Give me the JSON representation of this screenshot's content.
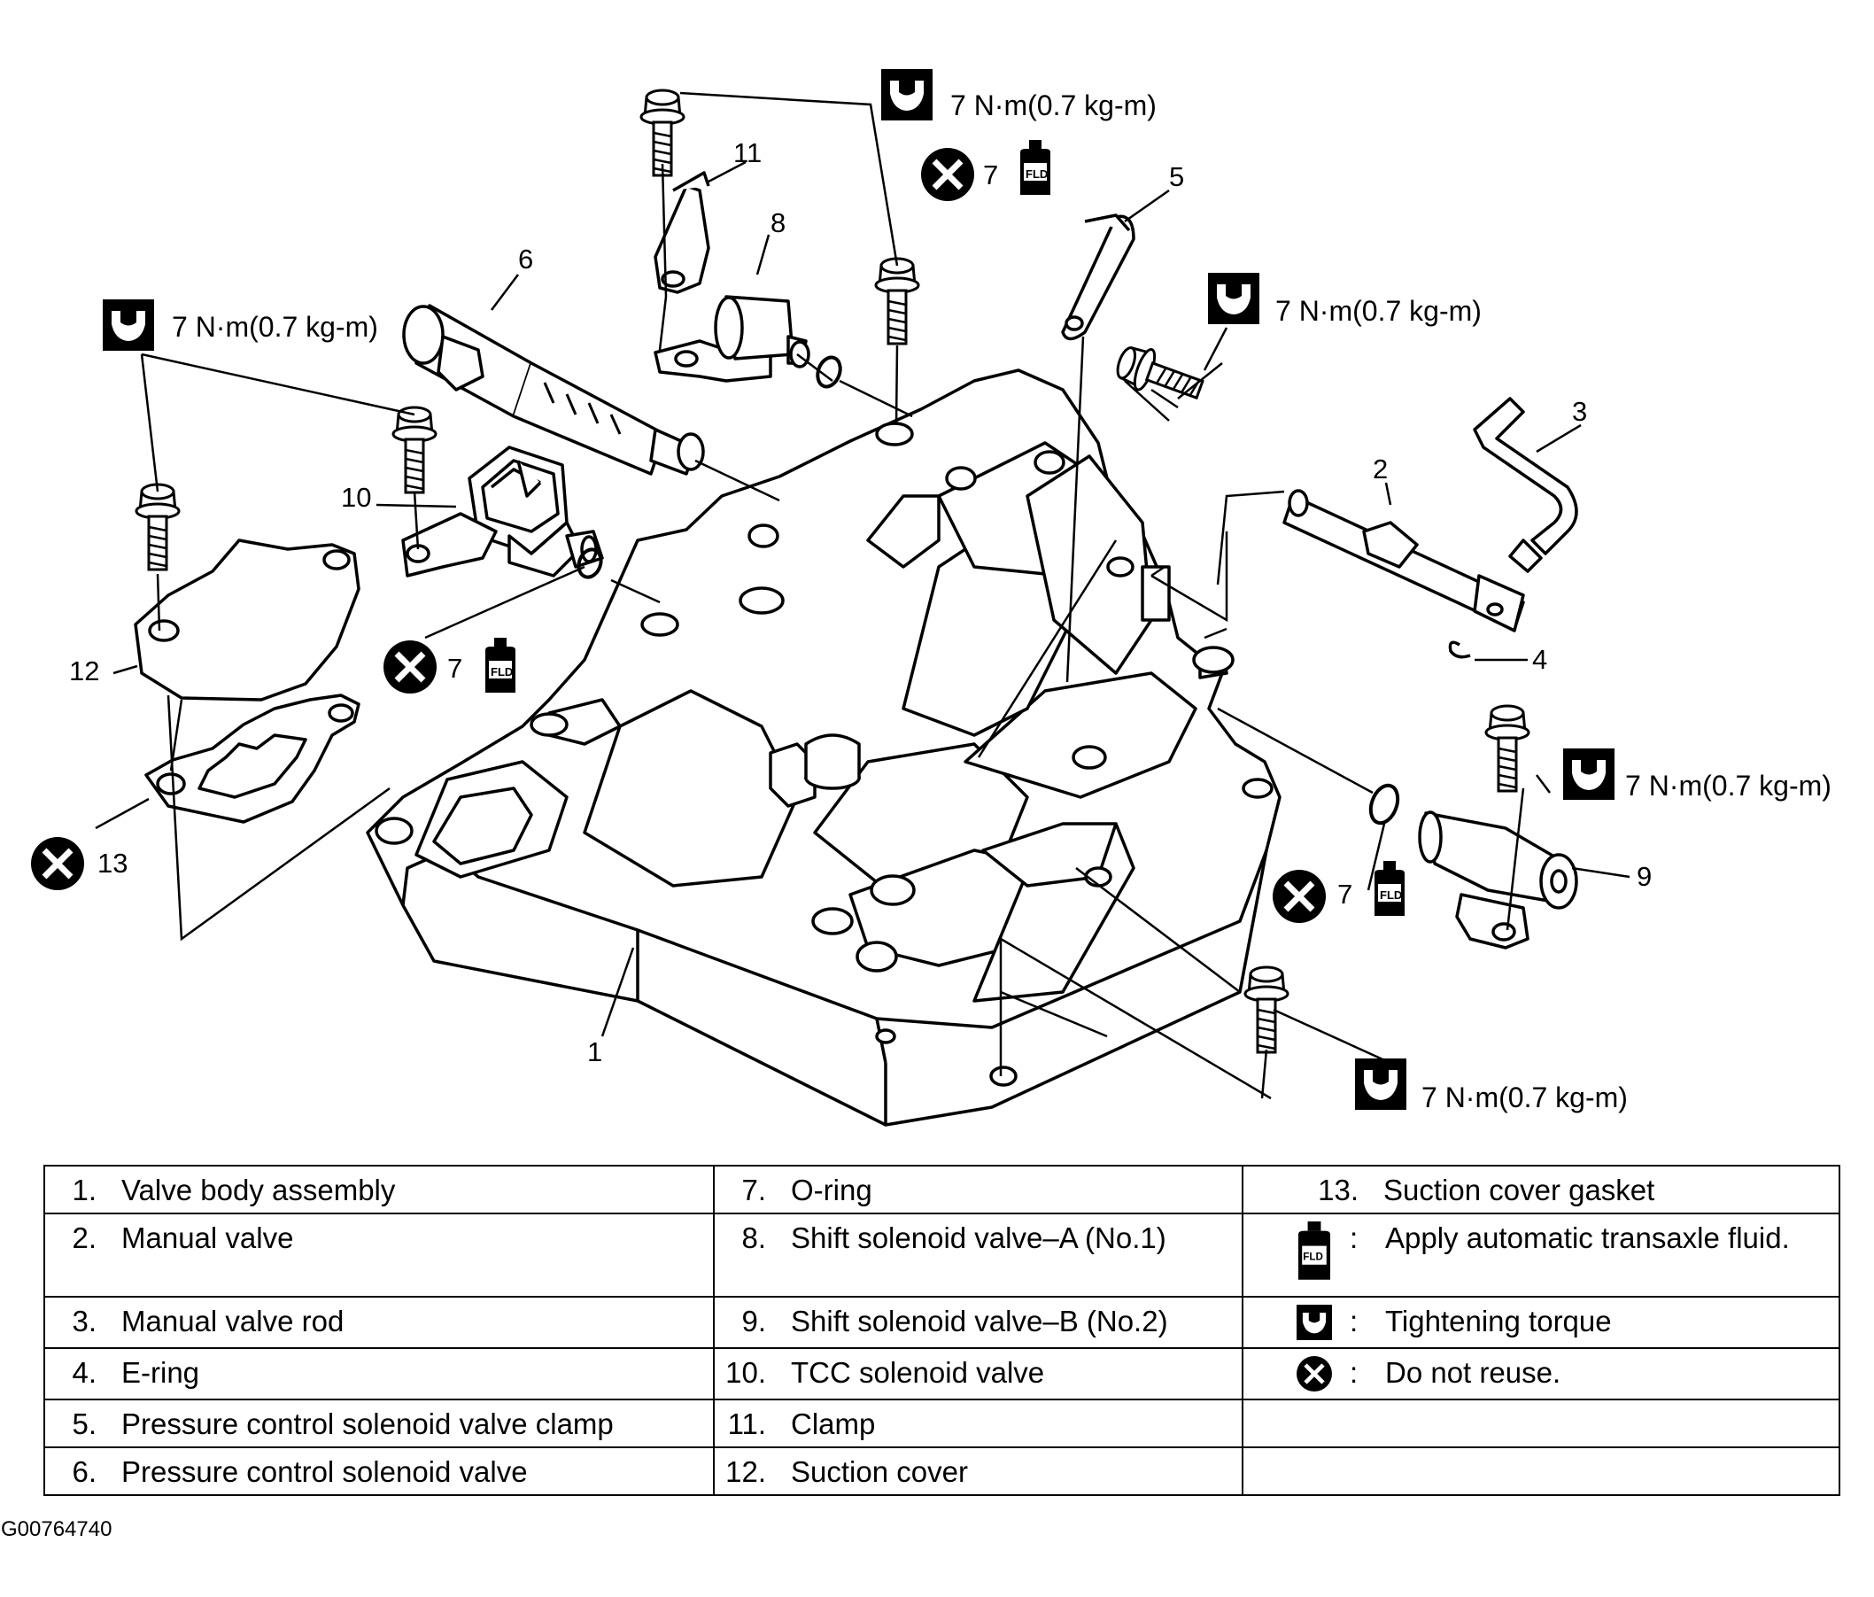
{
  "diagram": {
    "torque_spec": "7 N·m(0.7 kg-m)",
    "callouts": [
      "1",
      "2",
      "3",
      "4",
      "5",
      "6",
      "7",
      "8",
      "9",
      "10",
      "11",
      "12",
      "13"
    ],
    "fld_label": "FLD"
  },
  "parts": [
    {
      "num": "1.",
      "label": "Valve body assembly"
    },
    {
      "num": "2.",
      "label": "Manual valve"
    },
    {
      "num": "3.",
      "label": "Manual valve rod"
    },
    {
      "num": "4.",
      "label": "E-ring"
    },
    {
      "num": "5.",
      "label": "Pressure control solenoid valve clamp"
    },
    {
      "num": "6.",
      "label": "Pressure control solenoid valve"
    },
    {
      "num": "7.",
      "label": "O-ring"
    },
    {
      "num": "8.",
      "label": "Shift solenoid valve–A (No.1)"
    },
    {
      "num": "9.",
      "label": "Shift solenoid valve–B (No.2)"
    },
    {
      "num": "10.",
      "label": "TCC solenoid valve"
    },
    {
      "num": "11.",
      "label": "Clamp"
    },
    {
      "num": "12.",
      "label": "Suction cover"
    },
    {
      "num": "13.",
      "label": "Suction cover gasket"
    }
  ],
  "legend": [
    {
      "icon": "fluid-bottle-icon",
      "label": "Apply automatic transaxle fluid."
    },
    {
      "icon": "torque-wrench-icon",
      "label": "Tightening torque"
    },
    {
      "icon": "do-not-reuse-icon",
      "label": "Do not reuse."
    }
  ],
  "legend_colon": ":",
  "figure_id": "G00764740"
}
